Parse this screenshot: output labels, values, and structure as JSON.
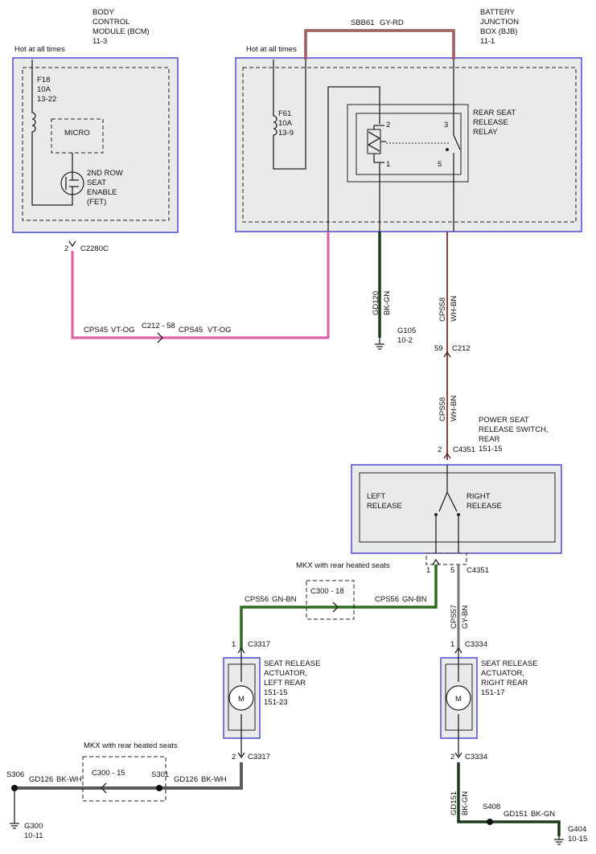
{
  "colors": {
    "component_border": "#3333cc",
    "component_fill": "#eaeaea",
    "vt_og": "#ee7fb0",
    "gy_rd": "#a04848",
    "wh_bn": "#9a3a3a",
    "bk_gn": "#1c3a1c",
    "gn_bn": "#2e6b1e",
    "gy_bn": "#777777",
    "bk_wh": "#222222"
  },
  "bcm": {
    "title": [
      "BODY",
      "CONTROL",
      "MODULE (BCM)",
      "11-3"
    ],
    "hot": "Hot at all times",
    "fuse": [
      "F18",
      "10A",
      "13-22"
    ],
    "micro": "MICRO",
    "fet": [
      "2ND ROW",
      "SEAT",
      "ENABLE",
      "(FET)"
    ],
    "pin": "2",
    "connector": "C2280C"
  },
  "bjb": {
    "title": [
      "BATTERY",
      "JUNCTION",
      "BOX (BJB)",
      "11-1"
    ],
    "hot": "Hot at all times",
    "fuse": [
      "F61",
      "10A",
      "13-9"
    ],
    "relay": [
      "REAR SEAT",
      "RELEASE",
      "RELAY"
    ],
    "relay_pins": [
      "2",
      "1",
      "3",
      "5"
    ]
  },
  "wires": {
    "sbb61": "SBB61",
    "sbb61_color": "GY-RD",
    "cps45": "CPS45",
    "cps45_color": "VT-OG",
    "c212_58": "C212 - 58",
    "gd120": "GD120",
    "gd120_color": "BK-GN",
    "g105": [
      "G105",
      "10-2"
    ],
    "cps58": "CPS58",
    "cps58_color": "WH-BN",
    "c212_pin": "59",
    "c212": "C212",
    "cps56": "CPS56",
    "cps56_color": "GN-BN",
    "c300_18": "C300 - 18",
    "mkx_note": "MKX with rear heated seats",
    "cps57": "CPS57",
    "cps57_color": "GY-BN",
    "gd126": "GD126",
    "gd126_color": "BK-WH",
    "c300_15": "C300 - 15",
    "s306": "S306",
    "s301": "S301",
    "g300": [
      "G300",
      "10-11"
    ],
    "gd151": "GD151",
    "gd151_color": "BK-GN",
    "s408": "S408",
    "g404": [
      "G404",
      "10-15"
    ]
  },
  "switch": {
    "title": [
      "POWER SEAT",
      "RELEASE SWITCH,",
      "REAR",
      "151-15"
    ],
    "pin_in": "2",
    "connector": "C4351",
    "left": [
      "LEFT",
      "RELEASE"
    ],
    "right": [
      "RIGHT",
      "RELEASE"
    ],
    "pin_left": "1",
    "pin_right": "5",
    "connector_out": "C4351"
  },
  "left_actuator": {
    "title": [
      "SEAT RELEASE",
      "ACTUATOR,",
      "LEFT REAR",
      "151-15",
      "151-23"
    ],
    "pin_top": "1",
    "conn_top": "C3317",
    "pin_bottom": "2",
    "conn_bottom": "C3317",
    "motor": "M"
  },
  "right_actuator": {
    "title": [
      "SEAT RELEASE",
      "ACTUATOR,",
      "RIGHT REAR",
      "151-17"
    ],
    "pin_top": "1",
    "conn_top": "C3334",
    "pin_bottom": "2",
    "conn_bottom": "C3334",
    "motor": "M"
  }
}
